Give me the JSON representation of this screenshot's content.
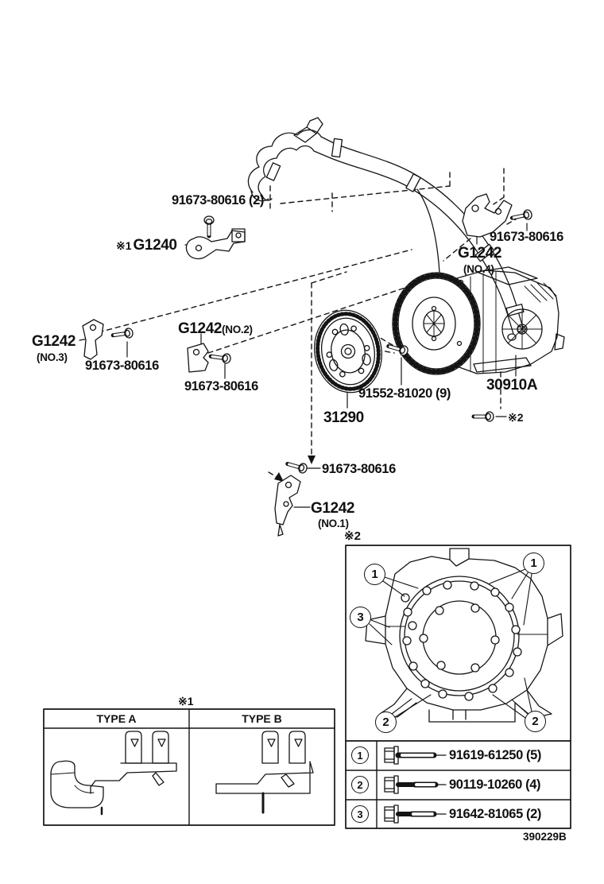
{
  "page": {
    "figure_code": "390229B"
  },
  "parts": {
    "harness_bolt_label": "91673-80616 (2)",
    "g1240_ref": "※1",
    "g1240": "G1240",
    "no4_bolt": "91673-80616",
    "no4_name": "G1242",
    "no4_sub": "(NO.4)",
    "no3_name": "G1242",
    "no3_sub": "(NO.3)",
    "no3_bolt": "91673-80616",
    "no2_name": "G1242",
    "no2_sub": "(NO.2)",
    "no2_bolt": "91673-80616",
    "flex_bolt": "91552-81020 (9)",
    "flexplate": "31290",
    "transaxle": "30910A",
    "case_bolt_ref": "※2",
    "no1_bolt": "91673-80616",
    "no1_name": "G1242",
    "no1_sub": "(NO.1)"
  },
  "inset": {
    "ref": "※2",
    "callouts": [
      "1",
      "1",
      "3",
      "2",
      "2"
    ],
    "rows": [
      {
        "num": "1",
        "part": "91619-61250 (5)"
      },
      {
        "num": "2",
        "part": "90119-10260 (4)"
      },
      {
        "num": "3",
        "part": "91642-81065 (2)"
      }
    ]
  },
  "type_table": {
    "ref": "※1",
    "type_a": "TYPE A",
    "type_b": "TYPE B"
  }
}
